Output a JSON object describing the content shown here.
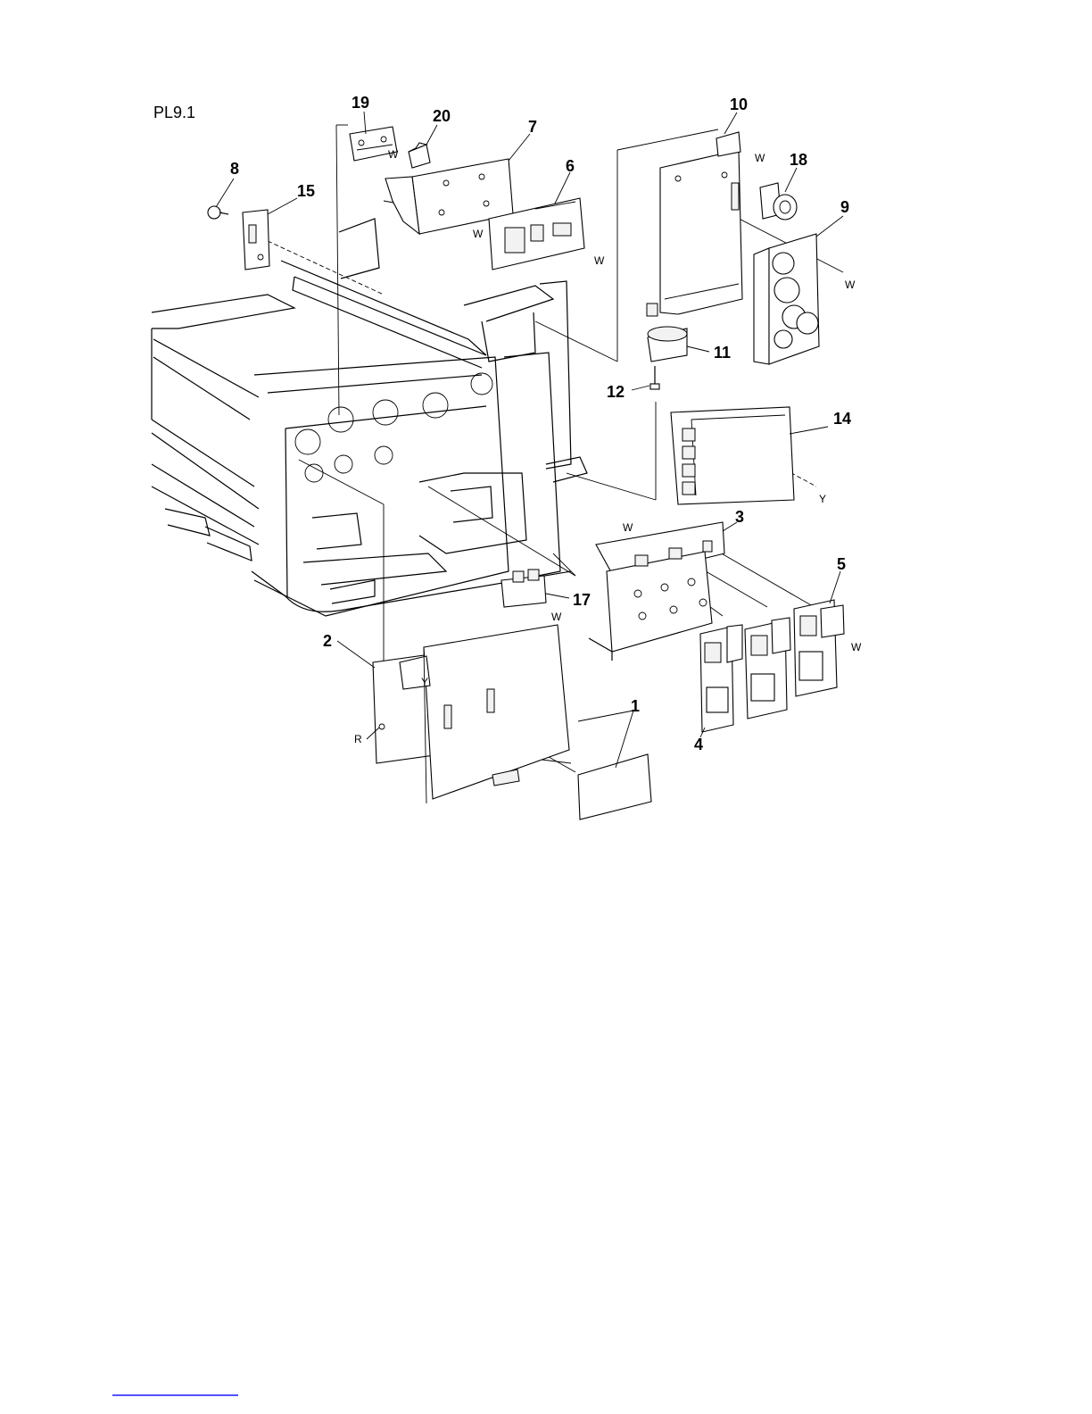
{
  "plate": {
    "title": "PL9.1"
  },
  "callouts": {
    "c1": "1",
    "c2": "2",
    "c3": "3",
    "c4": "4",
    "c5": "5",
    "c6": "6",
    "c7": "7",
    "c8": "8",
    "c9": "9",
    "c10": "10",
    "c11": "11",
    "c12": "12",
    "c14": "14",
    "c15": "15",
    "c17": "17",
    "c18": "18",
    "c19": "19",
    "c20": "20"
  },
  "markers": {
    "w": "W",
    "y": "Y",
    "r": "R"
  },
  "footer": {
    "link_color": "#1a1aff"
  }
}
